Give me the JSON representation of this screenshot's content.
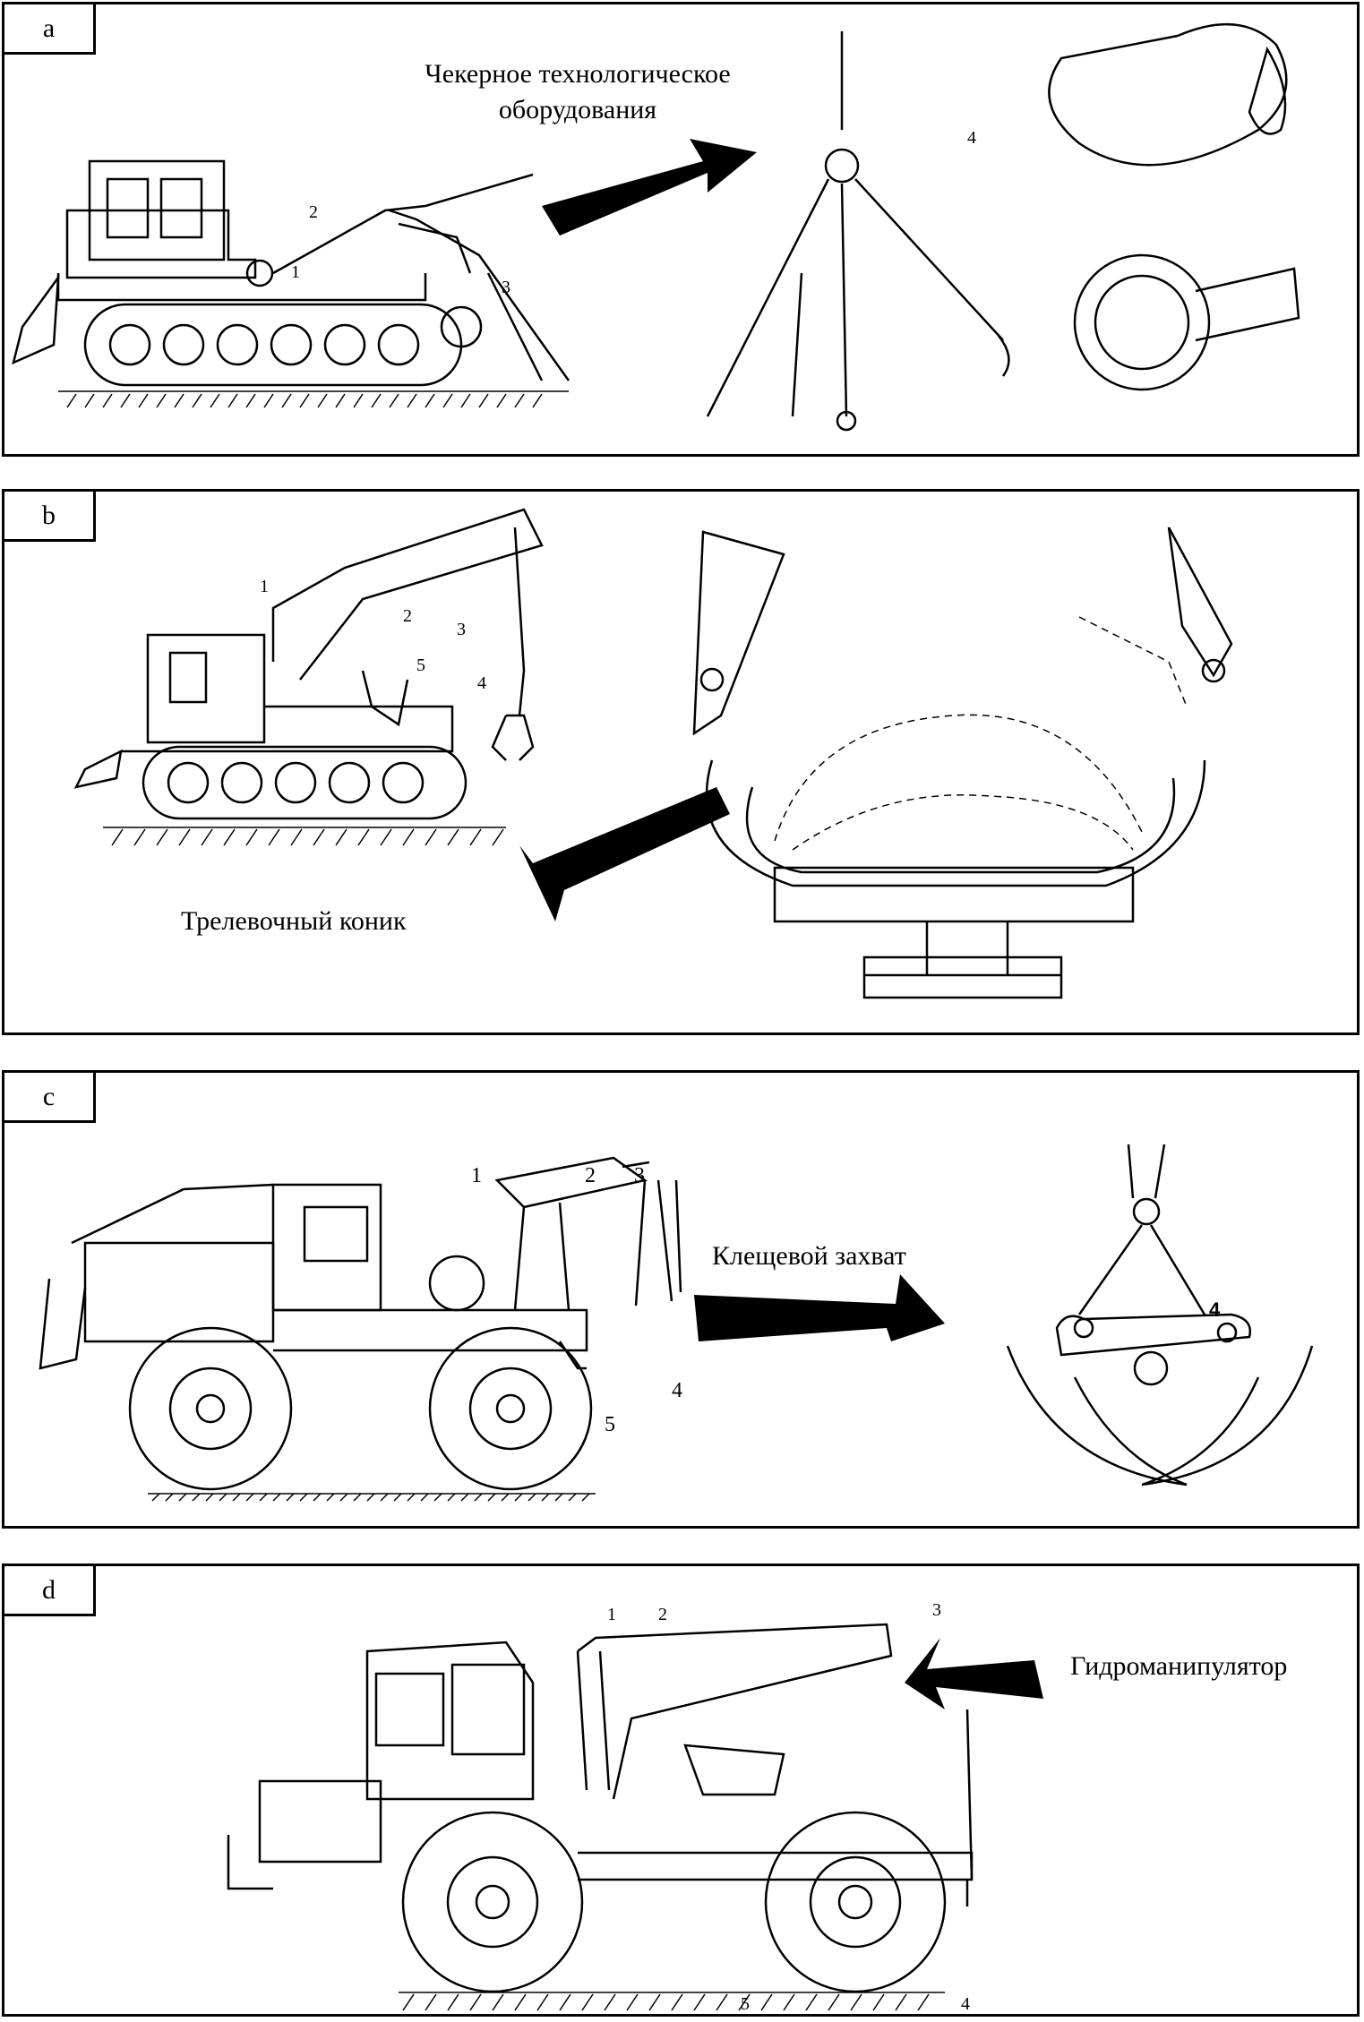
{
  "panels": [
    {
      "label": "a",
      "caption": "Чекерное технологическое оборудования",
      "caption_line1": "Чекерное технологическое",
      "caption_line2": "оборудования",
      "callouts": [
        "1",
        "2",
        "3",
        "4"
      ]
    },
    {
      "label": "b",
      "caption": "Трелевочный коник",
      "callouts": [
        "1",
        "2",
        "3",
        "4",
        "5"
      ]
    },
    {
      "label": "c",
      "caption": "Клещевой захват",
      "callouts": [
        "1",
        "2",
        "3",
        "4",
        "5"
      ],
      "detail_callout": "4"
    },
    {
      "label": "d",
      "caption": "Гидроманипулятор",
      "callouts": [
        "1",
        "2",
        "3",
        "4",
        "5"
      ]
    }
  ]
}
